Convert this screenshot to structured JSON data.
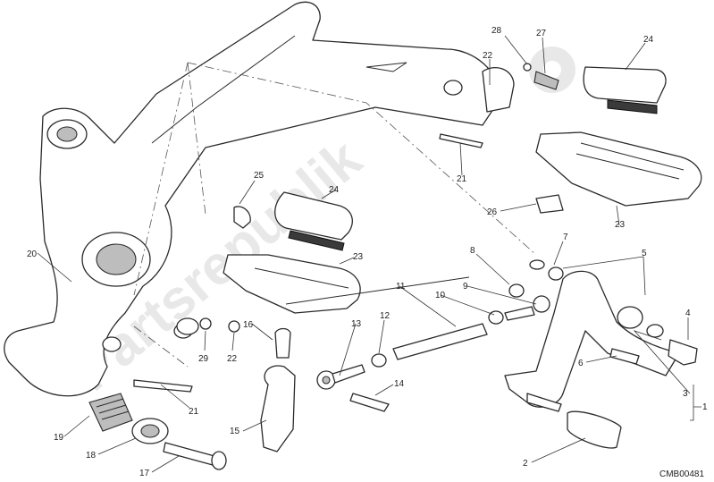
{
  "drawing_code": "CMB00481",
  "watermark": "Partsrepublik",
  "callouts": [
    "28",
    "27",
    "24",
    "22",
    "21",
    "23",
    "26",
    "25",
    "24",
    "23",
    "20",
    "8",
    "7",
    "5",
    "11",
    "10",
    "9",
    "4",
    "13",
    "12",
    "29",
    "22",
    "16",
    "6",
    "3",
    "1",
    "14",
    "21",
    "19",
    "15",
    "18",
    "17",
    "2"
  ]
}
